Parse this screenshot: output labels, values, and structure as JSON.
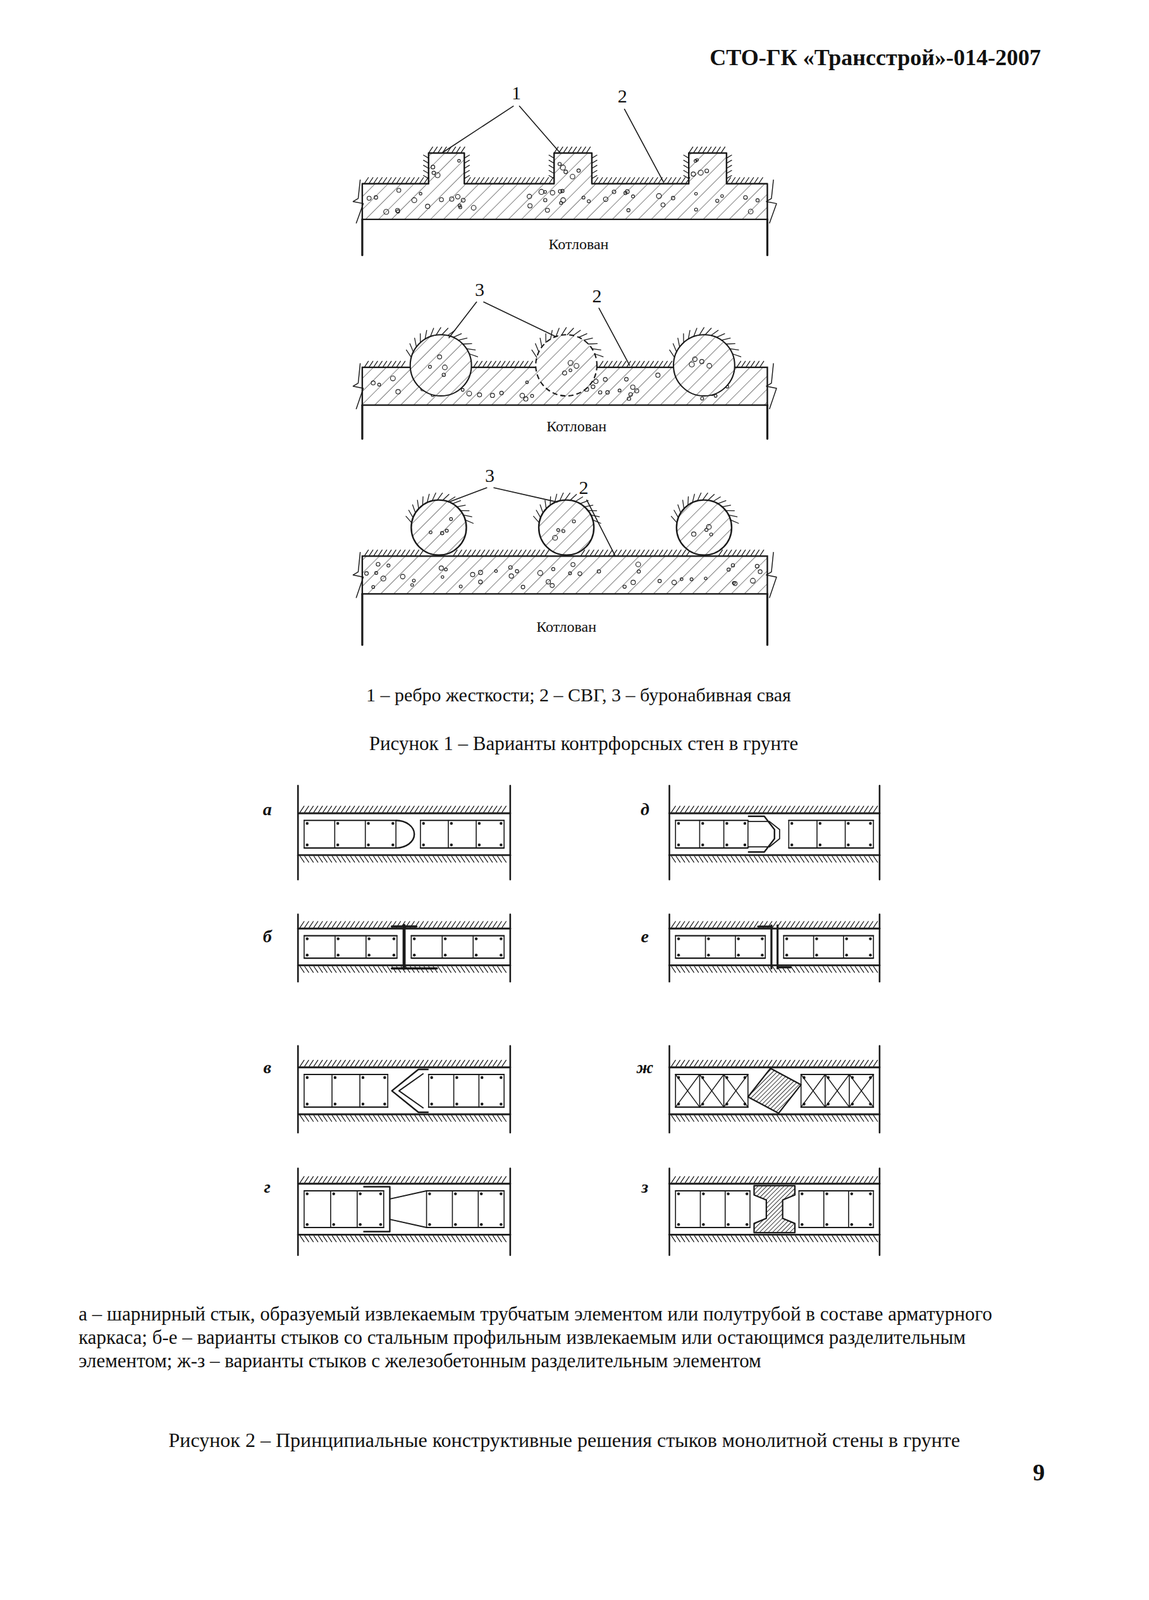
{
  "diagram": {
    "labels": [
      "СТО-ГК «Трансстрой»-014-2007",
      "1",
      "2",
      "Котлован",
      "3",
      "2",
      "Котлован",
      "3",
      "2",
      "Котлован",
      "1 – ребро жесткости; 2 – СВГ, 3 – буронабивная свая",
      "Рисунок 1 – Варианты контрфорсных стен в грунте",
      "а",
      "б",
      "в",
      "г",
      "д",
      "е",
      "ж",
      "з",
      "а – шарнирный стык, образуемый извлекаемым трубчатым элементом или полутрубой в составе арматурного каркаса; б-е – варианты стыков со стальным профильным извлекаемым или остающимся разделительным элементом; ж-з – варианты стыков с железобетонным разделительным элементом",
      "Рисунок 2 – Принципиальные конструктивные решения стыков монолитной стены в грунте",
      "9"
    ]
  }
}
